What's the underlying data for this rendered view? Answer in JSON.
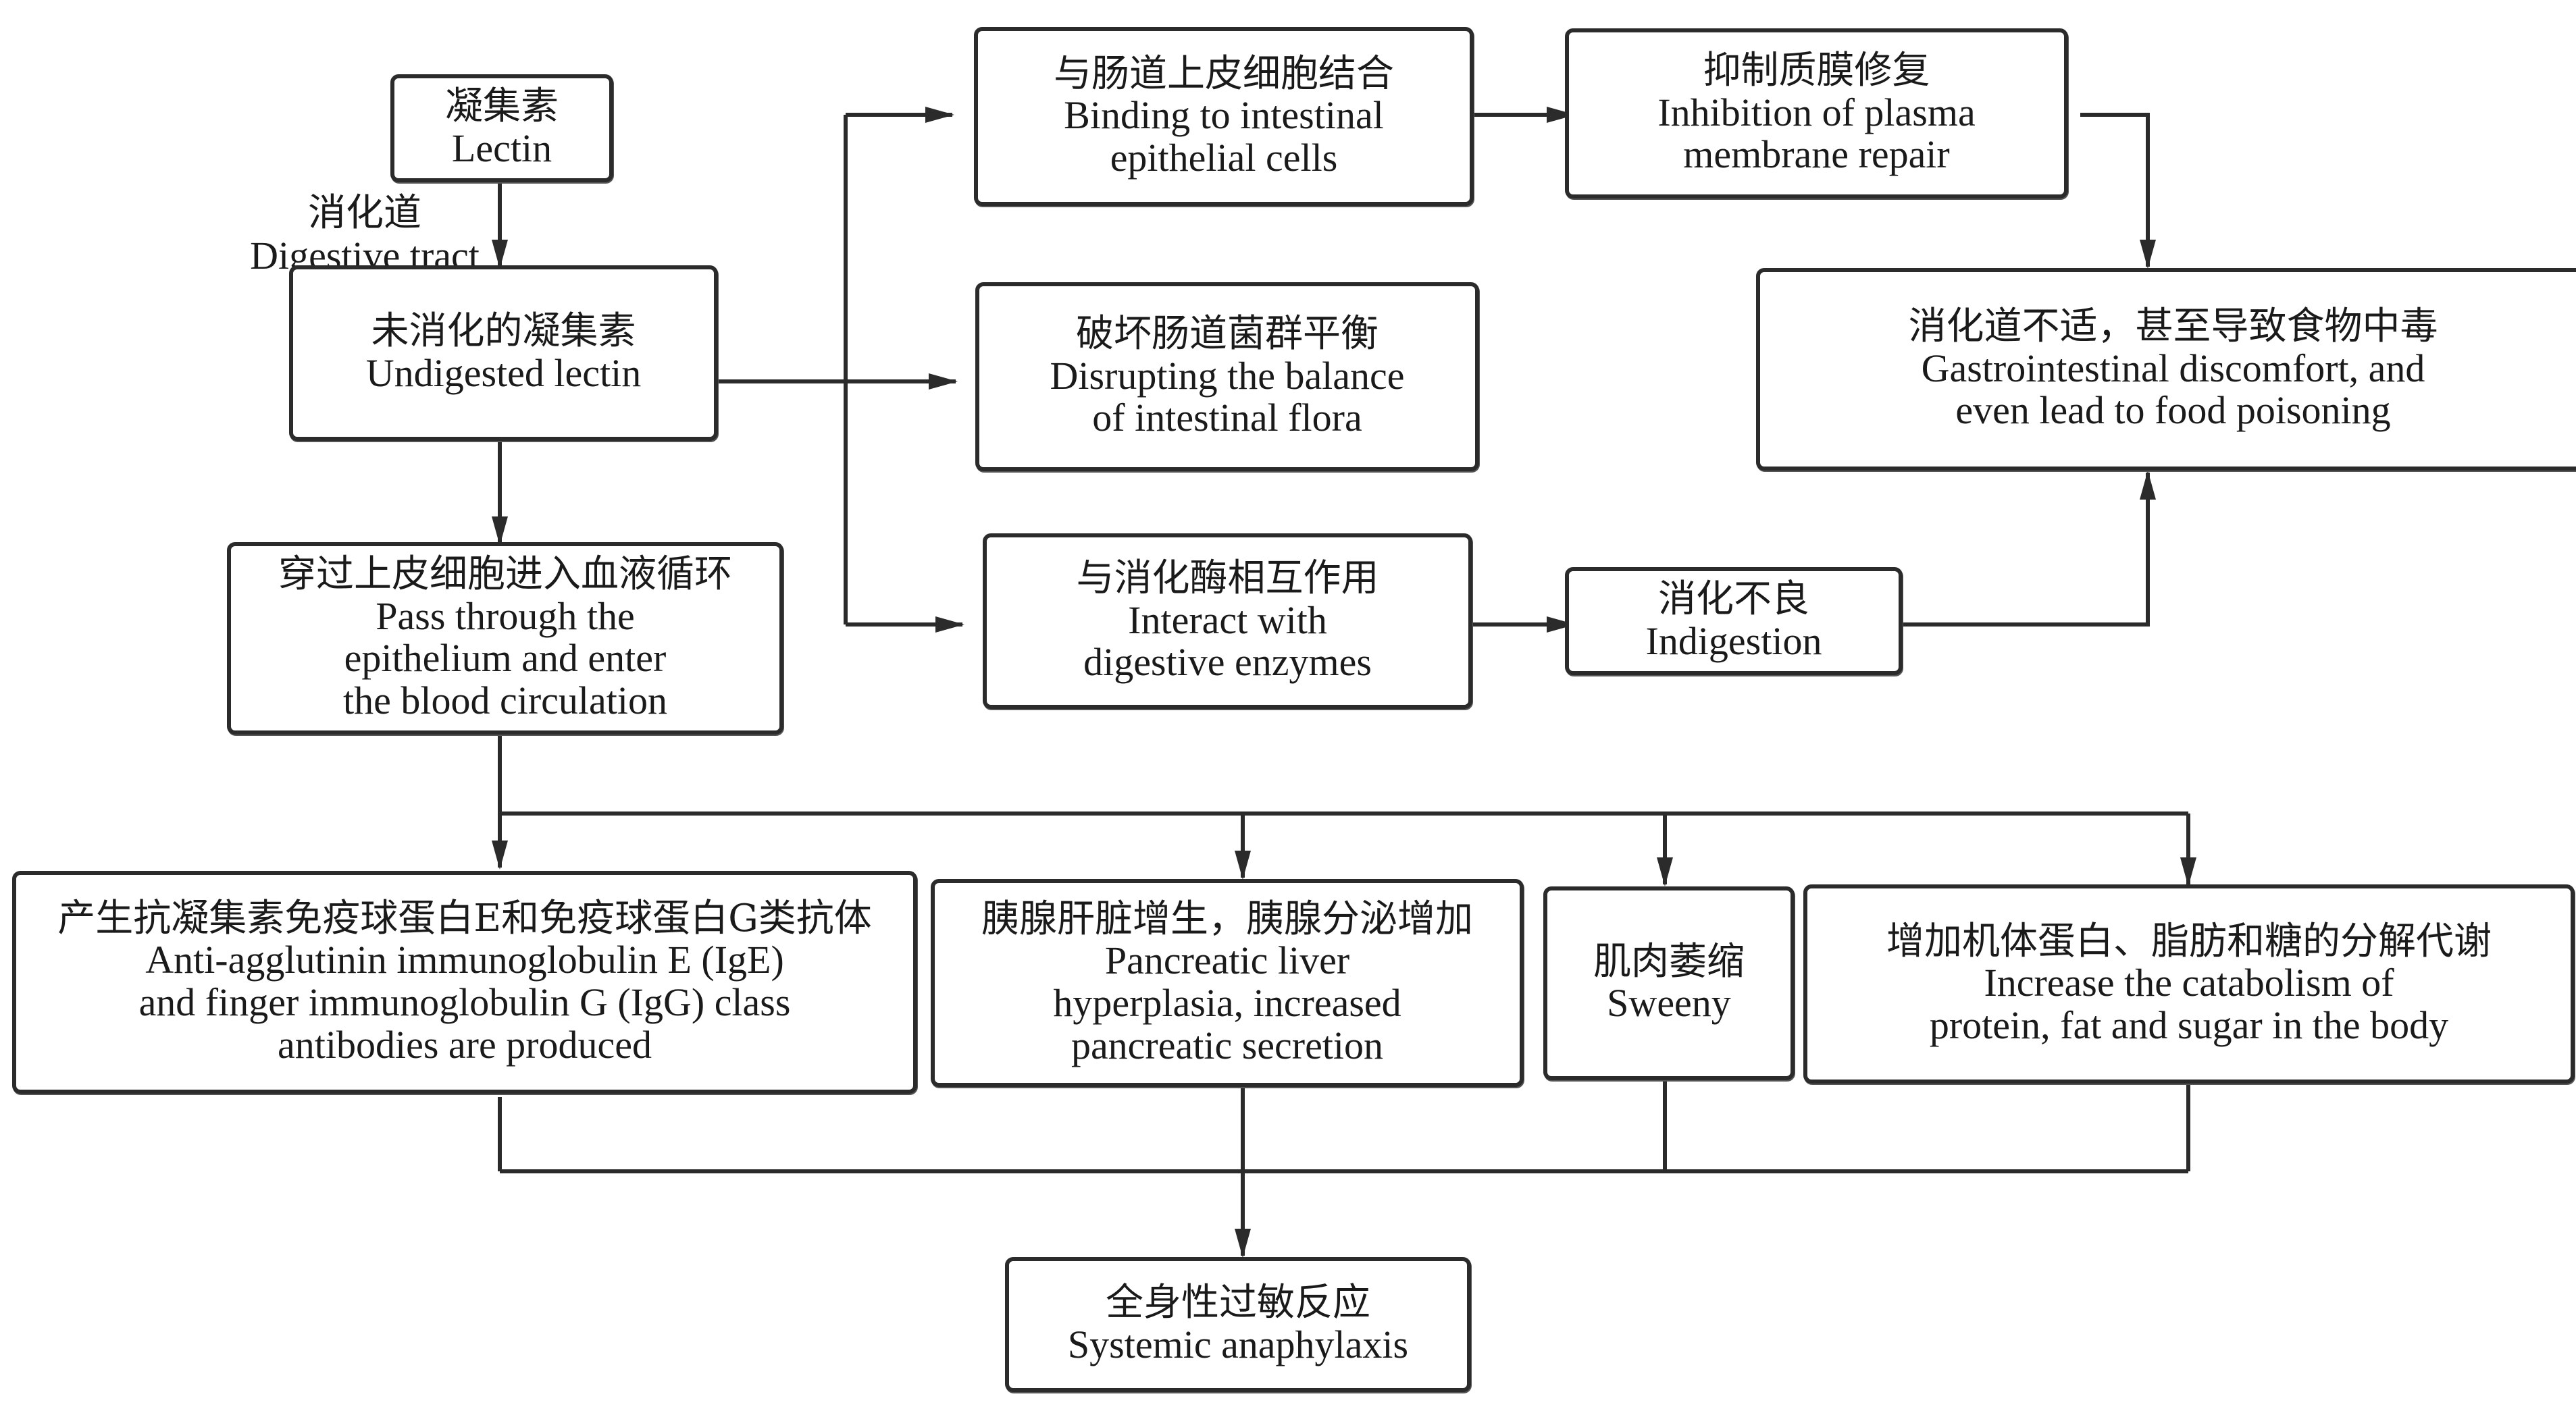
{
  "diagram": {
    "type": "flowchart",
    "nodes": {
      "lectin": {
        "zh": "凝集素",
        "en": "Lectin"
      },
      "undigested": {
        "zh": "未消化的凝集素",
        "en": "Undigested lectin"
      },
      "bloodstream": {
        "zh": "穿过上皮细胞进入血液循环",
        "en": "Pass through the\nepithelium and enter\nthe blood circulation"
      },
      "binding": {
        "zh": "与肠道上皮细胞结合",
        "en": "Binding to intestinal\nepithelial cells"
      },
      "flora": {
        "zh": "破坏肠道菌群平衡",
        "en": "Disrupting the balance\nof intestinal flora"
      },
      "enzymes": {
        "zh": "与消化酶相互作用",
        "en": "Interact with\ndigestive enzymes"
      },
      "membrane": {
        "zh": "抑制质膜修复",
        "en": "Inhibition of plasma\nmembrane repair"
      },
      "indigestion": {
        "zh": "消化不良",
        "en": "Indigestion"
      },
      "gi": {
        "zh": "消化道不适，甚至导致食物中毒",
        "en": "Gastrointestinal discomfort, and\neven lead to food poisoning"
      },
      "antibodies": {
        "zh": "产生抗凝集素免疫球蛋白E和免疫球蛋白G类抗体",
        "en": "Anti-agglutinin immunoglobulin E (IgE)\nand finger immunoglobulin G (IgG) class\nantibodies are produced"
      },
      "pancreas": {
        "zh": "胰腺肝脏增生，胰腺分泌增加",
        "en": "Pancreatic liver\nhyperplasia, increased\npancreatic secretion"
      },
      "sweeny": {
        "zh": "肌肉萎缩",
        "en": "Sweeny"
      },
      "catabolism": {
        "zh": "增加机体蛋白、脂肪和糖的分解代谢",
        "en": "Increase the catabolism of\nprotein, fat and sugar in the body"
      },
      "anaphylaxis": {
        "zh": "全身性过敏反应",
        "en": "Systemic anaphylaxis"
      }
    },
    "edge_labels": {
      "digestive_tract": {
        "zh": "消化道",
        "en": "Digestive tract"
      }
    },
    "edges": [
      {
        "from": "lectin",
        "to": "undigested",
        "label": "digestive_tract"
      },
      {
        "from": "undigested",
        "to": "binding"
      },
      {
        "from": "undigested",
        "to": "flora"
      },
      {
        "from": "undigested",
        "to": "enzymes"
      },
      {
        "from": "undigested",
        "to": "bloodstream"
      },
      {
        "from": "binding",
        "to": "membrane"
      },
      {
        "from": "membrane",
        "to": "gi"
      },
      {
        "from": "enzymes",
        "to": "indigestion"
      },
      {
        "from": "indigestion",
        "to": "gi"
      },
      {
        "from": "bloodstream",
        "to": "antibodies"
      },
      {
        "from": "bloodstream",
        "to": "pancreas"
      },
      {
        "from": "bloodstream",
        "to": "sweeny"
      },
      {
        "from": "bloodstream",
        "to": "catabolism"
      },
      {
        "from": "antibodies",
        "to": "anaphylaxis"
      },
      {
        "from": "pancreas",
        "to": "anaphylaxis"
      },
      {
        "from": "sweeny",
        "to": "anaphylaxis"
      },
      {
        "from": "catabolism",
        "to": "anaphylaxis"
      }
    ]
  }
}
